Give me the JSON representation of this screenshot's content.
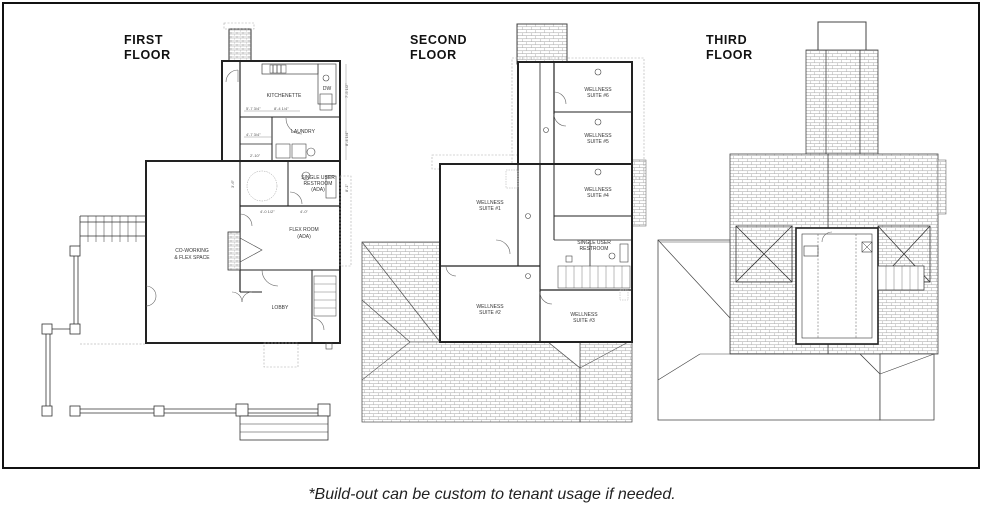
{
  "floors": [
    {
      "title": "FIRST\nFLOOR"
    },
    {
      "title": "SECOND\nFLOOR"
    },
    {
      "title": "THIRD\nFLOOR"
    }
  ],
  "first_floor": {
    "rooms": {
      "kitchenette": "KITCHENETTE",
      "dw": "DW",
      "laundry": "LAUNDRY",
      "restroom_1": "SINGLE USER",
      "restroom_2": "RESTROOM",
      "restroom_3": "(ADA)",
      "coworking_1": "CO-WORKING",
      "coworking_2": "& FLEX SPACE",
      "flex_1": "FLEX ROOM",
      "flex_2": "(ADA)",
      "lobby": "LOBBY"
    },
    "dims": {
      "d1": "5'-7 3/4\"",
      "d2": "8'-4 1/4\"",
      "d3": "4'-7 3/4\"",
      "d4": "7'-5 1/2\"",
      "d5": "8'-4 1/4\"",
      "d6": "2'-10\"",
      "d7": "8'-1\"",
      "d8": "3'-6\"",
      "d9": "4'-0 1/2\"",
      "d10": "4'-0\""
    }
  },
  "second_floor": {
    "rooms": {
      "w6_1": "WELLNESS",
      "w6_2": "SUITE #6",
      "w5_1": "WELLNESS",
      "w5_2": "SUITE #5",
      "w4_1": "WELLNESS",
      "w4_2": "SUITE #4",
      "w1_1": "WELLNESS",
      "w1_2": "SUITE #1",
      "w2_1": "WELLNESS",
      "w2_2": "SUITE #2",
      "w3_1": "WELLNESS",
      "w3_2": "SUITE #3",
      "rr_1": "SINGLE USER",
      "rr_2": "RESTROOM"
    }
  },
  "footnote": "*Build-out can be custom to tenant usage if needed."
}
